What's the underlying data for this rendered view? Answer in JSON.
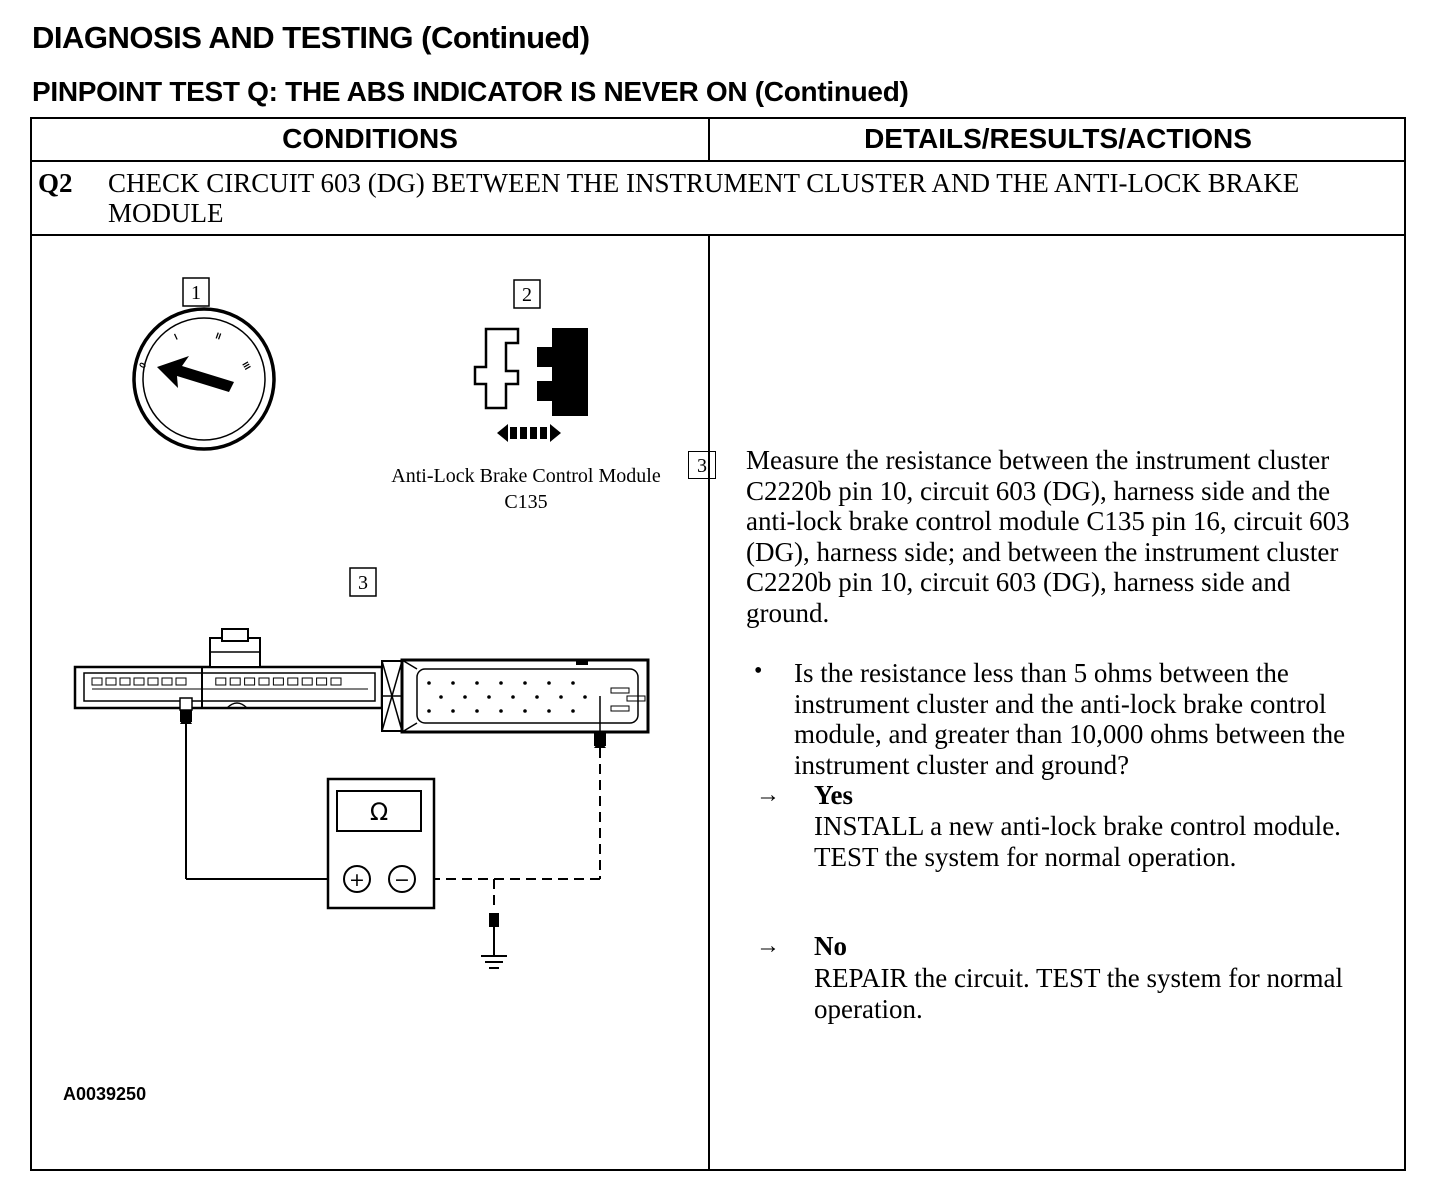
{
  "heading": "DIAGNOSIS AND TESTING (Continued)",
  "subheading": "PINPOINT TEST Q: THE ABS INDICATOR IS NEVER ON (Continued)",
  "table": {
    "col_left": "CONDITIONS",
    "col_right": "DETAILS/RESULTS/ACTIONS"
  },
  "step": {
    "id": "Q2",
    "title": "CHECK CIRCUIT 603 (DG) BETWEEN THE INSTRUMENT CLUSTER AND THE ANTI-LOCK BRAKE MODULE"
  },
  "diagram": {
    "callouts": [
      "1",
      "2",
      "3"
    ],
    "connector_label_line1": "Anti-Lock Brake Control Module",
    "connector_label_line2": "C135",
    "meter_symbol": "Ω",
    "plus_symbol": "+",
    "minus_symbol": "−",
    "figure_id": "A0039250",
    "icons": [
      "ignition-switch-icon",
      "connector-disconnect-icon",
      "instrument-cluster-connector-icon",
      "abs-module-connector-icon",
      "ohmmeter-icon",
      "ground-icon"
    ]
  },
  "details": {
    "step_ref": "3",
    "instruction": "Measure the resistance between the instrument cluster C2220b pin 10, circuit 603 (DG), harness side and the anti-lock brake control module C135 pin 16, circuit 603 (DG), harness side; and between the instrument cluster C2220b pin 10, circuit  603 (DG), harness side and ground.",
    "bullet": "•",
    "question": "Is the resistance less than 5 ohms between the instrument cluster and the anti-lock brake control module, and greater than 10,000 ohms between the instrument cluster and ground?",
    "arrow": "→",
    "yes_label": "Yes",
    "yes_action": "INSTALL a new anti-lock brake control module. TEST the system for normal operation.",
    "no_label": "No",
    "no_action": "REPAIR the circuit. TEST the system for normal operation."
  }
}
